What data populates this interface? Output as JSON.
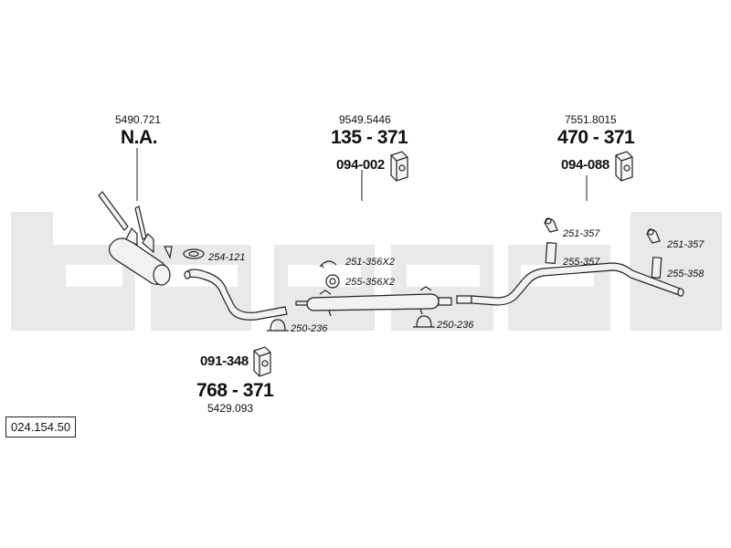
{
  "diagram_code": "024.154.50",
  "manifold": {
    "ref": "5490.721",
    "part": "N.A."
  },
  "middle_silencer": {
    "ref": "9549.5446",
    "part": "135 - 371",
    "kit": "094-002"
  },
  "rear_silencer": {
    "ref": "7551.8015",
    "part": "470 - 371",
    "kit": "094-088"
  },
  "front_pipe": {
    "ref": "5429.093",
    "part": "768 - 371",
    "kit": "091-348"
  },
  "accessories": {
    "gasket": "254-121",
    "clamp_front": "250-236",
    "clamp_middle": "250-236",
    "spring_x2": "251-356X2",
    "ring_x2": "255-356X2",
    "hanger_a_clip": "251-357",
    "hanger_a_rubber": "255-357",
    "hanger_b_clip": "251-357",
    "hanger_b_rubber": "255-358"
  },
  "colors": {
    "watermark": "#e9e9e9",
    "line": "#222222",
    "part_fill": "#f2f2f2"
  }
}
